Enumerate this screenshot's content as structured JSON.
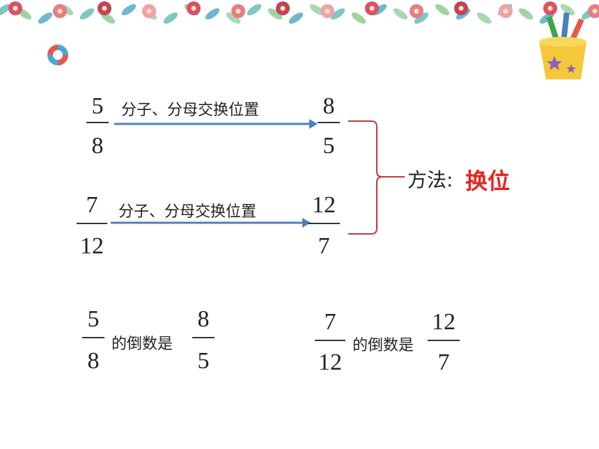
{
  "colors": {
    "accent_red": "#e8231a",
    "arrow_blue": "#4a7fc1",
    "bracket_red": "#c0383a",
    "text": "#222222"
  },
  "example1": {
    "from_num": "5",
    "from_den": "8",
    "label": "分子、分母交换位置",
    "to_num": "8",
    "to_den": "5"
  },
  "example2": {
    "from_num": "7",
    "from_den": "12",
    "label": "分子、分母交换位置",
    "to_num": "12",
    "to_den": "7"
  },
  "method": {
    "prefix": "方法:",
    "value": "换位"
  },
  "statement1": {
    "a_num": "5",
    "a_den": "8",
    "text": "的倒数是",
    "b_num": "8",
    "b_den": "5"
  },
  "statement2": {
    "a_num": "7",
    "a_den": "12",
    "text": "的倒数是",
    "b_num": "12",
    "b_den": "7"
  },
  "icons": [
    "flower-border-icon",
    "ribbon-logo-icon",
    "pencil-cup-icon"
  ]
}
